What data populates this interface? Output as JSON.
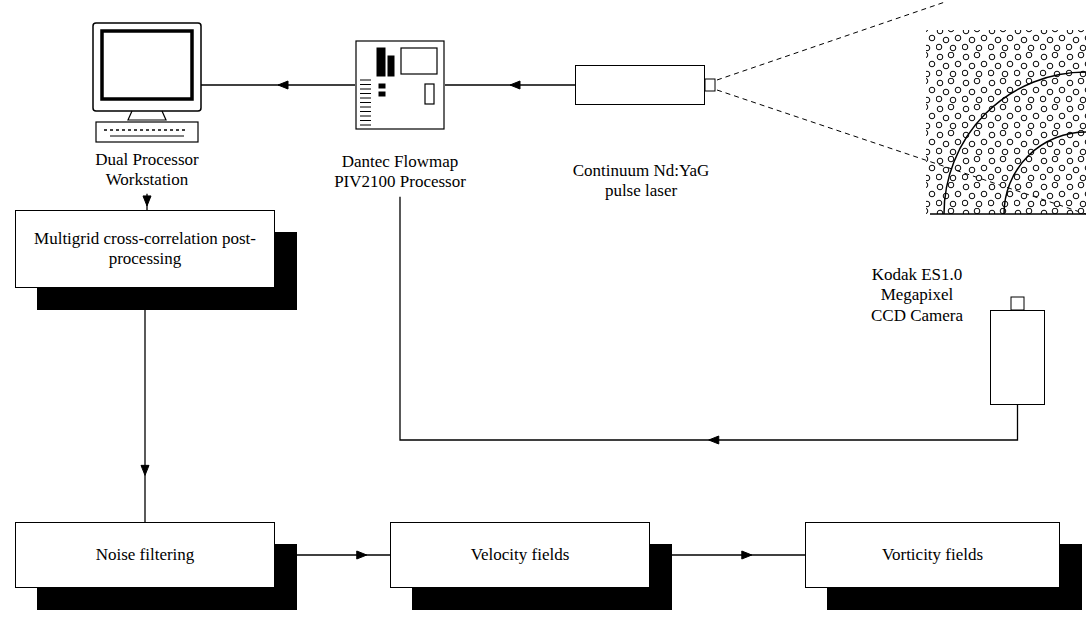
{
  "diagram": {
    "nodes": [
      {
        "text": [
          "Dual Processor Workstation"
        ]
      },
      {
        "text": [
          "Dantec Flowmap PIV2100 Processor"
        ]
      },
      {
        "text": [
          "Continuum Nd:YaG pulse laser"
        ]
      },
      {
        "text": [
          "Kodak ES1.0 Megapixel CCD Camera"
        ]
      },
      {
        "text": [
          "Multigrid cross-correlation post-processing"
        ]
      },
      {
        "text": [
          "Noise filtering"
        ]
      },
      {
        "text": [
          "Velocity fields"
        ]
      },
      {
        "text": [
          "Vorticity fields"
        ]
      }
    ],
    "edges": [
      {
        "from": 2,
        "to": 1,
        "arrow": "to"
      },
      {
        "from": 1,
        "to": 0,
        "arrow": "to"
      },
      {
        "from": 3,
        "to": 1,
        "arrow": "to"
      },
      {
        "from": 0,
        "to": 4,
        "arrow": "to"
      },
      {
        "from": 4,
        "to": 5,
        "arrow": "to"
      },
      {
        "from": 5,
        "to": 6,
        "arrow": "to"
      },
      {
        "from": 6,
        "to": 7,
        "arrow": "to"
      }
    ]
  }
}
